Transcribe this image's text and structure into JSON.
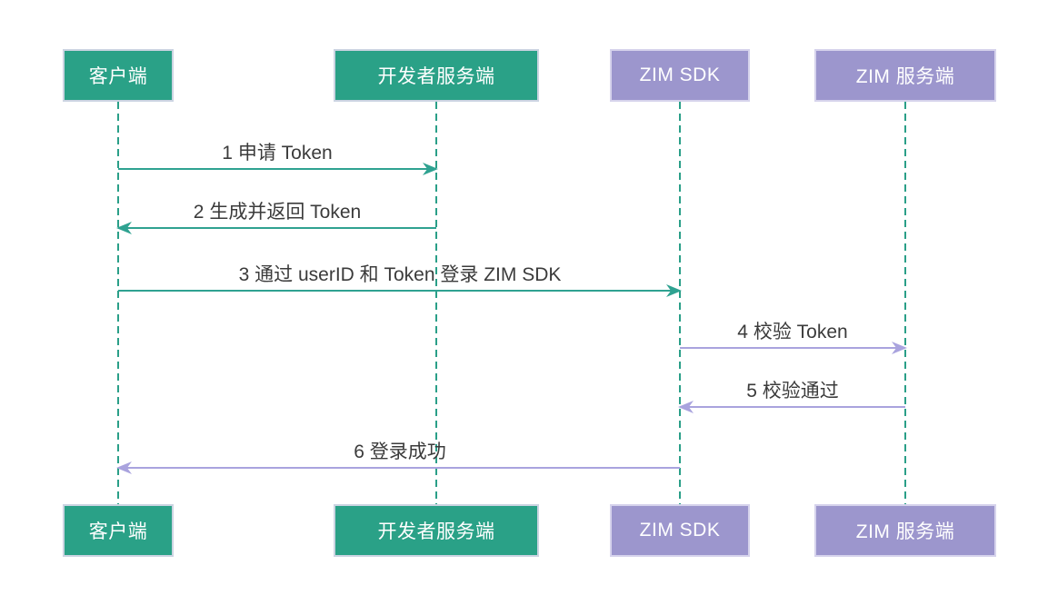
{
  "diagram": {
    "kind": "sequence-diagram"
  },
  "colors": {
    "actor_green_fill": "#2aa187",
    "actor_purple_fill": "#9c96cd",
    "actor_border_light": "#ccd4e2",
    "arrow_green": "#2fa291",
    "arrow_purple": "#a9a3de",
    "lifeline_green": "#2a9f88",
    "message_text": "#3b3b3b",
    "actor_text": "#ffffff",
    "background": "#ffffff"
  },
  "actors": [
    {
      "label": "客户端"
    },
    {
      "label": "开发者服务端"
    },
    {
      "label": "ZIM SDK"
    },
    {
      "label": "ZIM 服务端"
    }
  ],
  "messages": [
    {
      "label": "1 申请 Token",
      "from": "客户端",
      "to": "开发者服务端",
      "direction": "right",
      "color": "#2fa291"
    },
    {
      "label": "2 生成并返回 Token",
      "from": "开发者服务端",
      "to": "客户端",
      "direction": "left",
      "color": "#2fa291"
    },
    {
      "label": "3 通过 userID 和 Token 登录 ZIM SDK",
      "from": "客户端",
      "to": "ZIM SDK",
      "direction": "right",
      "color": "#2fa291"
    },
    {
      "label": "4 校验 Token",
      "from": "ZIM SDK",
      "to": "ZIM 服务端",
      "direction": "right",
      "color": "#a9a3de"
    },
    {
      "label": "5 校验通过",
      "from": "ZIM 服务端",
      "to": "ZIM SDK",
      "direction": "left",
      "color": "#a9a3de"
    },
    {
      "label": "6 登录成功",
      "from": "ZIM SDK",
      "to": "客户端",
      "direction": "left",
      "color": "#a9a3de"
    }
  ]
}
